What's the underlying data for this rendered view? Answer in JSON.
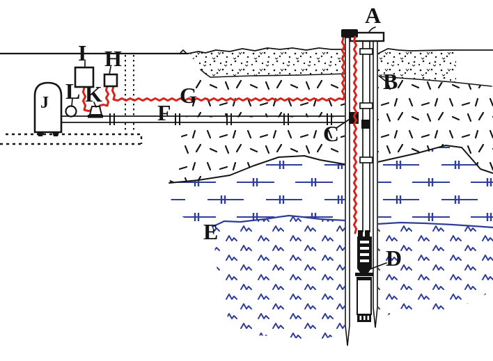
{
  "diagram": {
    "callouts": {
      "A": "A",
      "B": "B",
      "C": "C",
      "D": "D",
      "E": "E",
      "F": "F",
      "G": "G",
      "H": "H",
      "I": "I",
      "J": "J",
      "K": "K",
      "L": "L"
    },
    "colors": {
      "cable_red": "#d8251b",
      "water_blue": "#2e3d9c",
      "ink_black": "#141414",
      "background": "#ffffff"
    }
  }
}
